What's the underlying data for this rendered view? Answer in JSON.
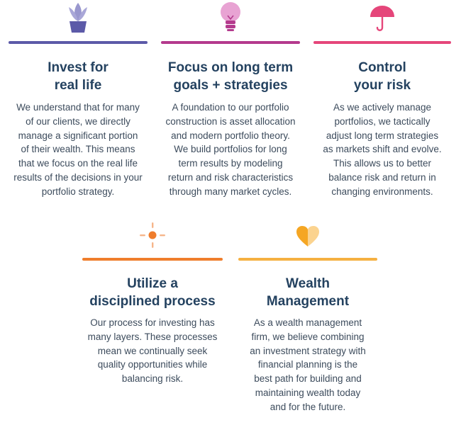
{
  "colors": {
    "purple": "#5c5aa8",
    "magenta": "#b43a8d",
    "pink": "#e5467a",
    "orange": "#ef7d2c",
    "gold": "#f5b041",
    "heading": "#244260",
    "body": "#3c4b5c"
  },
  "cards": [
    {
      "icon": "plant-icon",
      "title_lines": [
        "Invest for",
        "real life"
      ],
      "body_lines": [
        "We understand that for many",
        "of our clients, we directly",
        "manage a significant portion",
        "of their wealth. This means",
        "that we focus on the real life",
        "results of the decisions in your",
        "portfolio strategy."
      ]
    },
    {
      "icon": "lightbulb-icon",
      "title_lines": [
        "Focus on long term",
        "goals + strategies"
      ],
      "body_lines": [
        "A foundation to our portfolio",
        "construction is asset allocation",
        "and modern portfolio theory.",
        "We build portfolios for long",
        "term results by modeling",
        "return and risk characteristics",
        "through many market cycles."
      ]
    },
    {
      "icon": "umbrella-icon",
      "title_lines": [
        "Control",
        "your risk"
      ],
      "body_lines": [
        "As we actively manage",
        "portfolios, we tactically",
        "adjust long term strategies",
        "as markets shift and evolve.",
        "This allows us to better",
        "balance risk and return in",
        "changing environments."
      ]
    },
    {
      "icon": "target-icon",
      "title_lines": [
        "Utilize a",
        "disciplined process"
      ],
      "body_lines": [
        "Our process for investing has",
        "many layers. These processes",
        "mean we continually seek",
        "quality opportunities while",
        "balancing risk."
      ]
    },
    {
      "icon": "heart-icon",
      "title_lines": [
        "Wealth",
        "Management"
      ],
      "body_lines": [
        "As a wealth management",
        "firm, we believe combining",
        "an investment strategy with",
        "financial planning is the",
        "best path for building and",
        "maintaining wealth today",
        "and for the future."
      ]
    }
  ]
}
